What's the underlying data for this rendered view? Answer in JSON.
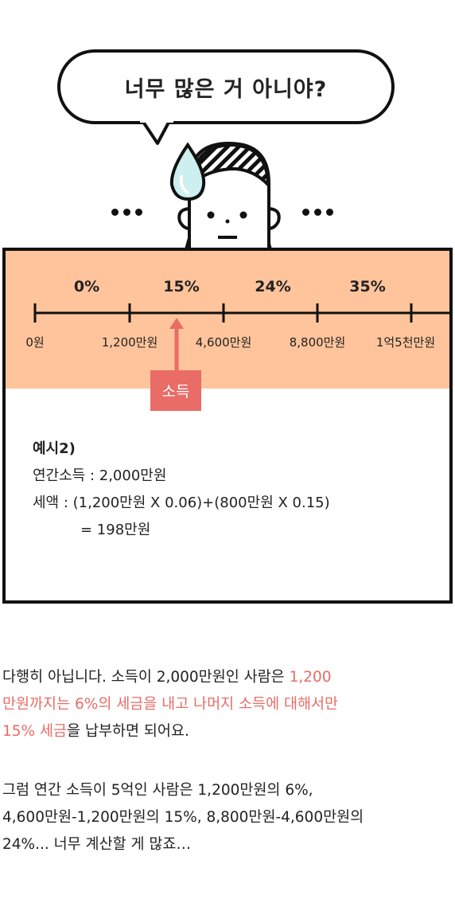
{
  "bubble": {
    "text": "너무 많은 거 아니야?"
  },
  "tax_brackets": {
    "rates": [
      "0%",
      "15%",
      "24%",
      "35%"
    ],
    "ticks": [
      "0원",
      "1,200만원",
      "4,600만원",
      "8,800만원",
      "1억5천만원"
    ],
    "marker_label": "소득",
    "marker_color": "#e96c66",
    "band_color": "#ffc49b"
  },
  "example": {
    "title": "예시2)",
    "line1": "연간소득 : 2,000만원",
    "line2": "세액 : (1,200만원 X 0.06)+(800만원 X 0.15)",
    "line3": "= 198만원"
  },
  "paragraph1": {
    "plain_start": "다행히 아닙니다. 소득이 2,000만원인 사람은 ",
    "highlight_a": "1,200",
    "highlight_b": "만원까지는 6%의 세금을 내고 나머지 소득에 대해서만",
    "highlight_c": "15% 세금",
    "plain_end": "을 납부하면 되어요."
  },
  "paragraph2": {
    "line1": "그럼 연간 소득이 5억인 사람은 1,200만원의 6%,",
    "line2": "4,600만원-1,200만원의 15%, 8,800만원-4,600만원의",
    "line3": "24%... 너무 계산할 게 많죠…"
  }
}
